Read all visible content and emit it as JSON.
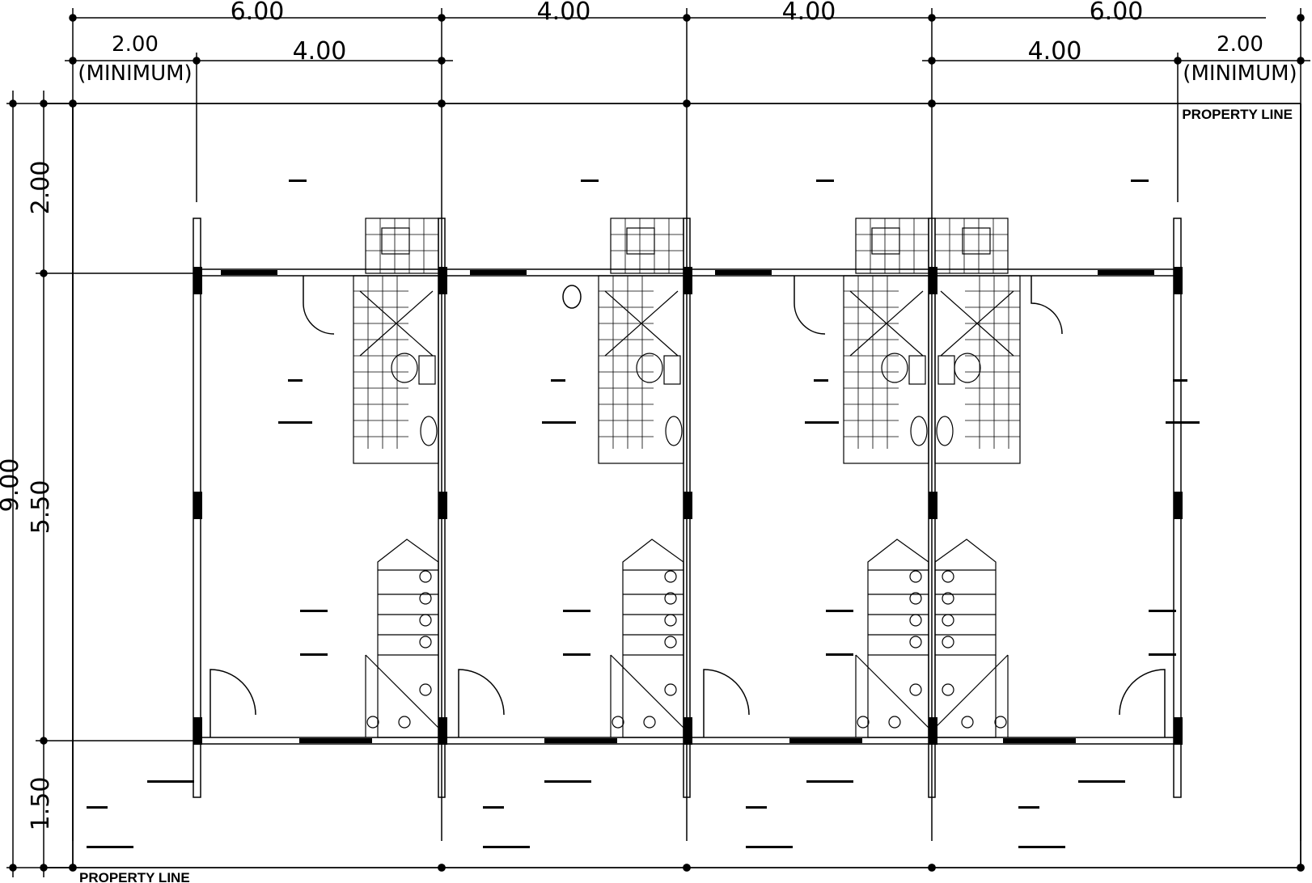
{
  "top_dims": {
    "row1": [
      "6.00",
      "4.00",
      "4.00",
      "6.00"
    ],
    "row2_left": {
      "value": "2.00",
      "note": "(MINIMUM)",
      "span": "4.00"
    },
    "row2_right": {
      "value": "2.00",
      "note": "(MINIMUM)",
      "span": "4.00"
    }
  },
  "left_dims": {
    "total": "9.00",
    "segments": [
      "2.00",
      "5.50",
      "1.50"
    ]
  },
  "labels": {
    "property_line_top": "PROPERTY LINE",
    "property_line_bottom": "PROPERTY LINE"
  },
  "colors": {
    "line": "#000000",
    "background": "#ffffff"
  }
}
